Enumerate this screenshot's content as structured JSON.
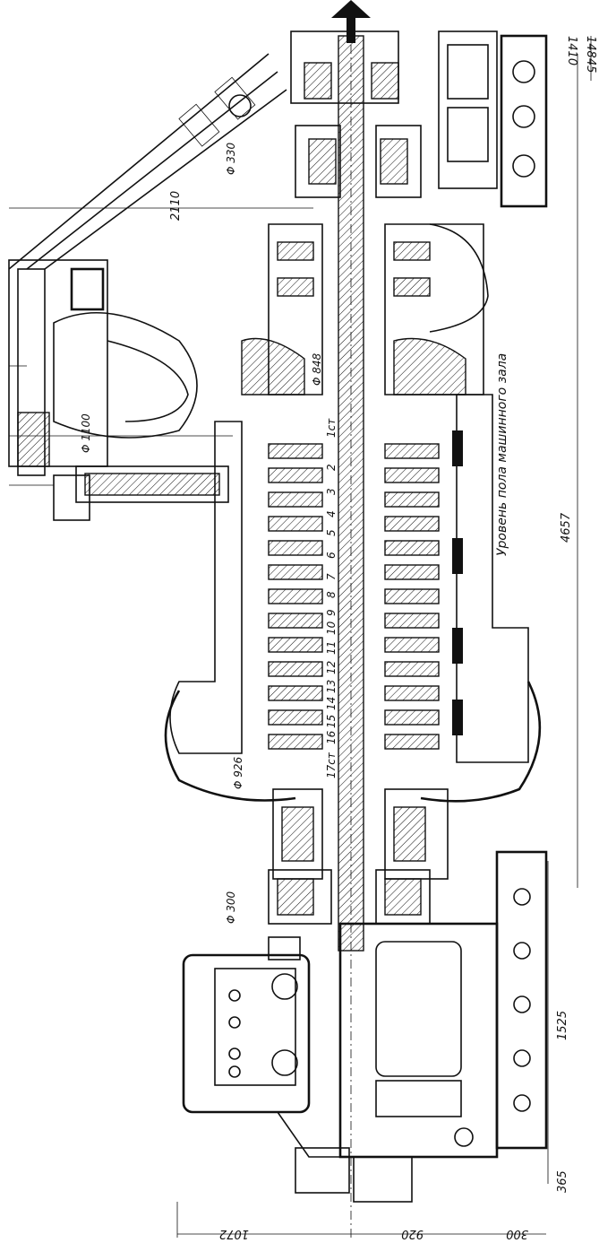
{
  "dimensions": {
    "d_1410": "1410",
    "d_14845": "14845",
    "d_330": "Φ 330",
    "d_2110": "2110",
    "d_848": "Φ 848",
    "d_1100": "Φ 1100",
    "d_926": "Φ 926",
    "d_300_dia": "Φ 300",
    "d_4657": "4657",
    "d_1525": "1525",
    "d_365": "365",
    "d_1072": "1072",
    "d_920": "920",
    "d_300": "300"
  },
  "floor_label": "Уровень пола машинного зала",
  "stages": [
    "1ст",
    "2",
    "3",
    "4",
    "5",
    "6",
    "7",
    "8",
    "9",
    "10",
    "11",
    "12",
    "13",
    "14",
    "15",
    "16",
    "17ст"
  ]
}
